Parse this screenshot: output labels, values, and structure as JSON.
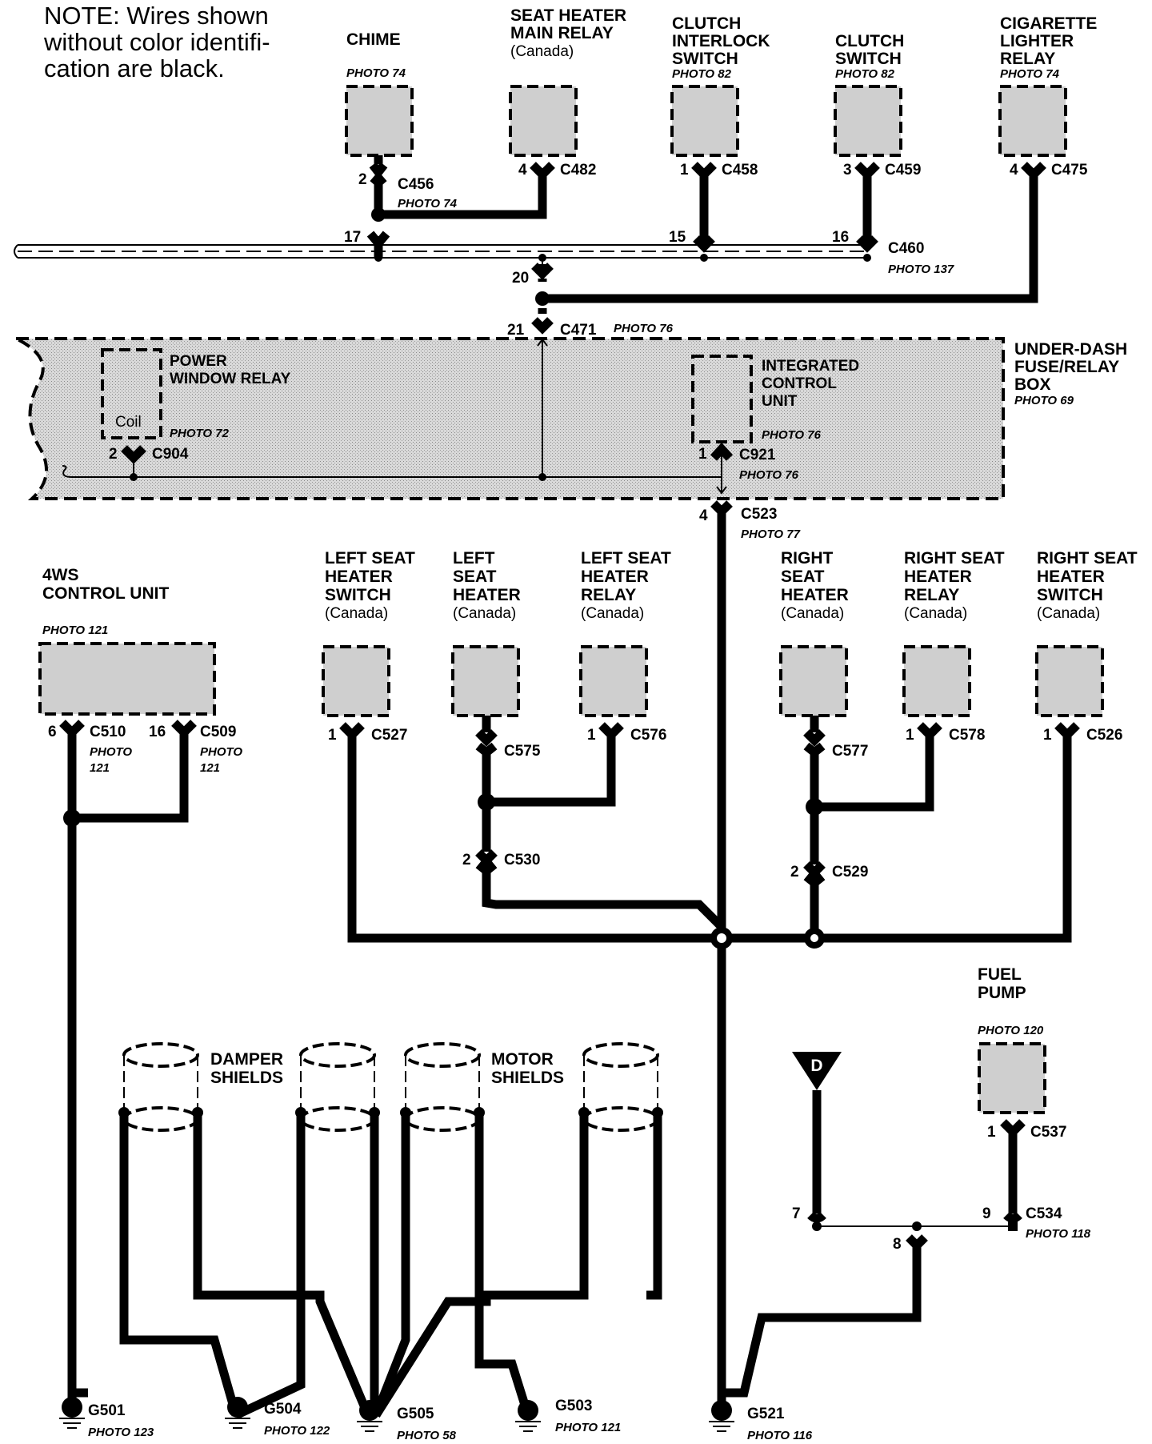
{
  "note": {
    "lines": [
      "NOTE: Wires shown",
      "without color identifi-",
      "cation are black."
    ]
  },
  "top_components": {
    "chime": {
      "name": "CHIME",
      "photo": "PHOTO 74"
    },
    "seat_heater_main_relay": {
      "name_lines": [
        "SEAT HEATER",
        "MAIN RELAY"
      ],
      "region": "(Canada)"
    },
    "clutch_interlock_switch": {
      "name_lines": [
        "CLUTCH",
        "INTERLOCK",
        "SWITCH"
      ],
      "photo": "PHOTO 82"
    },
    "clutch_switch": {
      "name_lines": [
        "CLUTCH",
        "SWITCH"
      ],
      "photo": "PHOTO 82"
    },
    "cigarette_lighter_relay": {
      "name_lines": [
        "CIGARETTE",
        "LIGHTER",
        "RELAY"
      ],
      "photo": "PHOTO 74"
    }
  },
  "top_connectors": {
    "c456": {
      "name": "C456",
      "pin": "2",
      "photo": "PHOTO 74"
    },
    "c482": {
      "name": "C482",
      "pin": "4"
    },
    "c458": {
      "name": "C458",
      "pin": "1"
    },
    "c459": {
      "name": "C459",
      "pin": "3"
    },
    "c475": {
      "name": "C475",
      "pin": "4"
    },
    "c460": {
      "name": "C460",
      "photo": "PHOTO 137",
      "pin_a": "17",
      "pin_b": "15",
      "pin_c": "16",
      "pin_d": "20"
    },
    "c471": {
      "name": "C471",
      "pin": "21",
      "photo": "PHOTO 76"
    }
  },
  "fuse_box": {
    "name_lines": [
      "UNDER-DASH",
      "FUSE/RELAY",
      "BOX"
    ],
    "photo": "PHOTO 69",
    "power_window_relay": {
      "name_lines": [
        "POWER",
        "WINDOW RELAY"
      ],
      "coil": "Coil",
      "photo": "PHOTO 72"
    },
    "c904": {
      "name": "C904",
      "pin": "2"
    },
    "integrated_control_unit": {
      "name_lines": [
        "INTEGRATED",
        "CONTROL",
        "UNIT"
      ],
      "photo": "PHOTO 76"
    },
    "c921": {
      "name": "C921",
      "pin": "1",
      "photo": "PHOTO 76"
    }
  },
  "c523": {
    "name": "C523",
    "pin": "4",
    "photo": "PHOTO 77"
  },
  "fws": {
    "name_lines": [
      "4WS",
      "CONTROL UNIT"
    ],
    "photo": "PHOTO 121",
    "c510": {
      "name": "C510",
      "pin": "6",
      "photo_lines": [
        "PHOTO",
        "121"
      ]
    },
    "c509": {
      "name": "C509",
      "pin": "16",
      "photo_lines": [
        "PHOTO",
        "121"
      ]
    }
  },
  "seat_components": {
    "lshs": {
      "name_lines": [
        "LEFT SEAT",
        "HEATER",
        "SWITCH"
      ],
      "region": "(Canada)",
      "conn": "C527",
      "pin": "1"
    },
    "lsh": {
      "name_lines": [
        "LEFT",
        "SEAT",
        "HEATER"
      ],
      "region": "(Canada)",
      "conn": "C575"
    },
    "lshr": {
      "name_lines": [
        "LEFT SEAT",
        "HEATER",
        "RELAY"
      ],
      "region": "(Canada)",
      "conn": "C576",
      "pin": "1"
    },
    "rsh": {
      "name_lines": [
        "RIGHT",
        "SEAT",
        "HEATER"
      ],
      "region": "(Canada)",
      "conn": "C577"
    },
    "rshr": {
      "name_lines": [
        "RIGHT SEAT",
        "HEATER",
        "RELAY"
      ],
      "region": "(Canada)",
      "conn": "C578",
      "pin": "1"
    },
    "rshs": {
      "name_lines": [
        "RIGHT SEAT",
        "HEATER",
        "SWITCH"
      ],
      "region": "(Canada)",
      "conn": "C526",
      "pin": "1"
    }
  },
  "c530": {
    "name": "C530",
    "pin": "2"
  },
  "c529": {
    "name": "C529",
    "pin": "2"
  },
  "shields": {
    "damper_lines": [
      "DAMPER",
      "SHIELDS"
    ],
    "motor_lines": [
      "MOTOR",
      "SHIELDS"
    ]
  },
  "fuel_pump": {
    "name_lines": [
      "FUEL",
      "PUMP"
    ],
    "photo": "PHOTO 120",
    "c537": {
      "name": "C537",
      "pin": "1"
    }
  },
  "c534": {
    "name": "C534",
    "photo": "PHOTO 118",
    "pin_a": "7",
    "pin_b": "8",
    "pin_c": "9"
  },
  "d_ref": "D",
  "grounds": {
    "g501": {
      "name": "G501",
      "photo": "PHOTO 123"
    },
    "g504": {
      "name": "G504",
      "photo": "PHOTO 122"
    },
    "g505": {
      "name": "G505",
      "photo": "PHOTO 58"
    },
    "g503": {
      "name": "G503",
      "photo": "PHOTO 121"
    },
    "g521": {
      "name": "G521",
      "photo": "PHOTO 116"
    }
  }
}
